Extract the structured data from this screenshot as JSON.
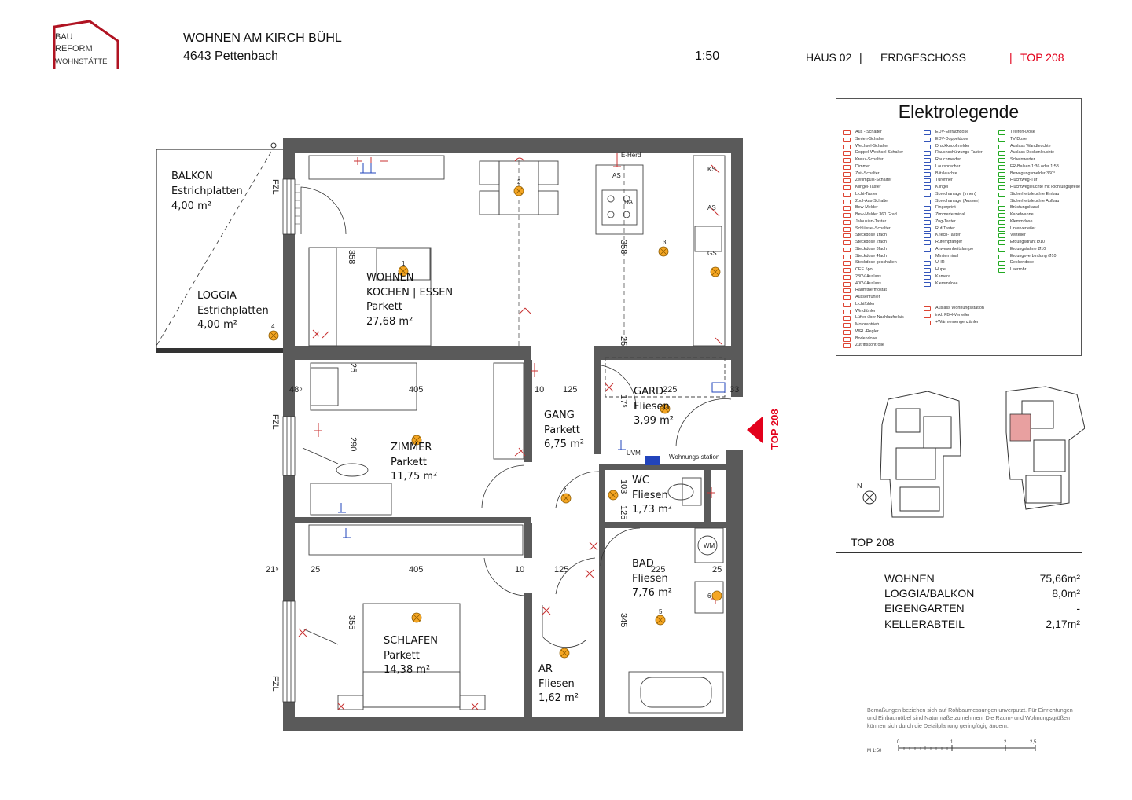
{
  "logo": {
    "text_lines": [
      "BAU",
      "REFORM",
      "WOHNSTÄTTE"
    ]
  },
  "header": {
    "project": "WOHNEN AM KIRCH BÜHL",
    "address": "4643 Pettenbach",
    "scale": "1:50",
    "house": "HAUS 02",
    "separator": "|",
    "floor": "ERDGESCHOSS",
    "unit_sep": "|",
    "unit": "TOP 208"
  },
  "rooms": {
    "balkon": {
      "name": "BALKON",
      "floor": "Estrichplatten",
      "area": "4,00 m²"
    },
    "loggia": {
      "name": "LOGGIA",
      "floor": "Estrichplatten",
      "area": "4,00 m²"
    },
    "wohnen": {
      "name": "WOHNEN",
      "name2": "KOCHEN | ESSEN",
      "floor": "Parkett",
      "area": "27,68 m²"
    },
    "zimmer": {
      "name": "ZIMMER",
      "floor": "Parkett",
      "area": "11,75 m²"
    },
    "gang": {
      "name": "GANG",
      "floor": "Parkett",
      "area": "6,75 m²"
    },
    "gard": {
      "name": "GARD.",
      "floor": "Fliesen",
      "area": "3,99 m²"
    },
    "wc": {
      "name": "WC",
      "floor": "Fliesen",
      "area": "1,73 m²"
    },
    "bad": {
      "name": "BAD",
      "floor": "Fliesen",
      "area": "7,76 m²"
    },
    "schlafen": {
      "name": "SCHLAFEN",
      "floor": "Parkett",
      "area": "14,38 m²"
    },
    "ar": {
      "name": "AR",
      "floor": "Fliesen",
      "area": "1,62 m²"
    }
  },
  "dimensions": {
    "d358a": "358",
    "d358b": "358",
    "d25a": "25",
    "d25b": "25",
    "d405a": "405",
    "d405b": "405",
    "d10a": "10",
    "d10b": "10",
    "d125a": "125",
    "d125b": "125",
    "d225a": "225",
    "d225b": "225",
    "d290": "290",
    "d355": "355",
    "d345": "345",
    "d103": "103",
    "d125c": "125",
    "d17": "17⁵",
    "d33": "33",
    "d21": "21⁵",
    "d48": "48⁵",
    "d25c": "25",
    "d25d": "25"
  },
  "plan_labels": {
    "fzl": "FZL",
    "eherd": "E-Herd",
    "as1": "AS",
    "as2": "AS",
    "ks": "KS",
    "gs": "GS",
    "da": "DA",
    "wm": "WM",
    "top_marker": "TOP 208",
    "wohnungsstation": "Wohnungs-station",
    "uvm": "UVM",
    "n": "N",
    "circuits": [
      "1",
      "2",
      "3",
      "4",
      "5",
      "6",
      "7"
    ]
  },
  "legend": {
    "title": "Elektrolegende",
    "col1": [
      "Aus - Schalter",
      "Serien-Schalter",
      "Wechsel-Schalter",
      "Doppel-Wechsel-Schalter",
      "Kreuz-Schalter",
      "Dimmer",
      "Zeit-Schalter",
      "Zeitimpuls-Schalter",
      "Klingel-Taster",
      "Licht-Taster",
      "2pol-Aus-Schalter",
      "Bew-Melder",
      "Bew-Melder 360 Grad",
      "Jalousien-Taster",
      "Schlüssel-Schalter",
      "Steckdose 1fach",
      "Steckdose 2fach",
      "Steckdose 3fach",
      "Steckdose 4fach",
      "Steckdose geschalten",
      "CEE 5pol",
      "230V-Auslass",
      "400V-Auslass",
      "Raumthermostat",
      "Aussenfühler",
      "Lichtfühler",
      "Windfühler",
      "Lüfter über Nachlaufrelais",
      "Motorantrieb",
      "WRL-Regler",
      "Bodendose",
      "Zutrittskontrolle"
    ],
    "col2": [
      "EDV-Einfachdose",
      "EDV-Doppeldose",
      "Druckknopfmelder",
      "Rauchschürzungs-Taster",
      "Rauchmelder",
      "Lautsprecher",
      "Blitzleuchte",
      "Türöffner",
      "Klingel",
      "Sprechanlage (Innen)",
      "Sprechanlage (Aussen)",
      "Fingerprint",
      "Zimmerterminal",
      "Zug-Taster",
      "Ruf-Taster",
      "Kriech-Taster",
      "Rufempfänger",
      "Anwesenheitslampe",
      "Miniterminal",
      "UHR",
      "Hupe",
      "Kamera",
      "Klemmdose"
    ],
    "col2_extra": [
      "Auslass Wohnungsstation",
      "inkl. FBH-Verteiler",
      "+Wärmemengenzähler"
    ],
    "col3": [
      "Telefon-Dose",
      "TV-Dose",
      "Auslass Wandleuchte",
      "Auslass Deckenleuchte",
      "Scheinwerfer",
      "FR-Balken 1:36 oder 1:58",
      "Bewegungsmelder 360°",
      "",
      "Fluchtweg-Tür",
      "Fluchtwegleuchte mit Richtungspfeile",
      "Sicherheitsleuchte Einbau",
      "Sicherheitsleuchte Aufbau",
      "Brüstungskanal",
      "Kabelwanne",
      "Klemmdose",
      "Unterverteiler",
      "Verteiler",
      "Erdungsdraht Ø10",
      "Erdungsfahne Ø10",
      "Erdungsverbindung Ø10",
      "Deckendose",
      "Leerrohr"
    ]
  },
  "summary": {
    "title": "TOP 208",
    "rows": [
      {
        "label": "WOHNEN",
        "value": "75,66m²"
      },
      {
        "label": "LOGGIA/BALKON",
        "value": "8,0m²"
      },
      {
        "label": "EIGENGARTEN",
        "value": "-"
      },
      {
        "label": "KELLERABTEIL",
        "value": "2,17m²"
      }
    ]
  },
  "note": "Bemaßungen beziehen sich auf Rohbaumessungen unverputzt. Für Einrichtungen und Einbaumöbel sind Naturmaße zu nehmen. Die Raum- und Wohnungsgrößen können sich durch die Detailplanung geringfügig ändern.",
  "scale_bar": {
    "label": "M 1:50",
    "ticks": [
      "0",
      "1",
      "2",
      "2,5"
    ]
  },
  "colors": {
    "red": "#e3001b",
    "wall": "#555555",
    "lamp": "#f5a623",
    "highlight": "#e8a0a0"
  }
}
